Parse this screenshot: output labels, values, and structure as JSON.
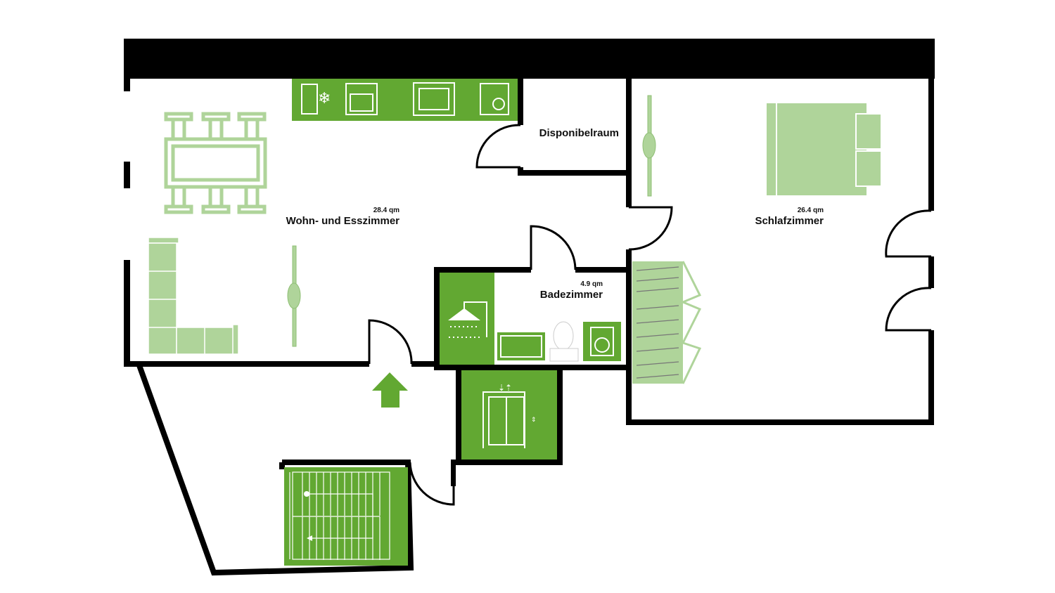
{
  "colors": {
    "wall": "#000000",
    "fixture": "#62a832",
    "furniture": "#afd49a"
  },
  "rooms": [
    {
      "name": "Wohn- und Esszimmer",
      "area": "28.4 qm"
    },
    {
      "name": "Disponibelraum"
    },
    {
      "name": "Badezimmer",
      "area": "4.9 qm"
    },
    {
      "name": "Schlafzimmer",
      "area": "26.4 qm"
    }
  ]
}
